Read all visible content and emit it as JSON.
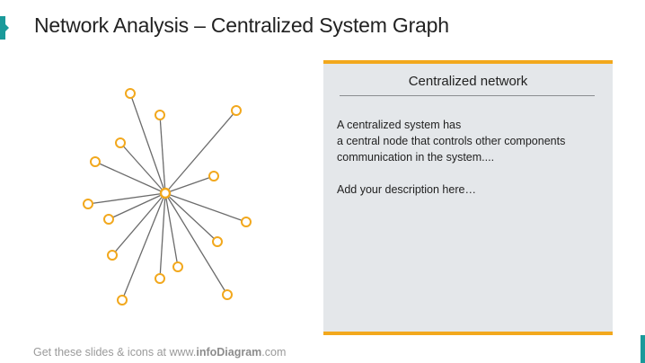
{
  "slide": {
    "title": "Network Analysis – Centralized System Graph"
  },
  "colors": {
    "accent": "#1a9a9a",
    "node_stroke": "#f2a81d",
    "edge": "#6b6b6b",
    "panel_bg": "#e4e7ea",
    "panel_border": "#f2a81d"
  },
  "diagram": {
    "center": {
      "id": "hub"
    },
    "leaves": [
      {
        "id": "n1"
      },
      {
        "id": "n2"
      },
      {
        "id": "n3"
      },
      {
        "id": "n4"
      },
      {
        "id": "n5"
      },
      {
        "id": "n6"
      },
      {
        "id": "n7"
      },
      {
        "id": "n8"
      },
      {
        "id": "n9"
      },
      {
        "id": "n10"
      },
      {
        "id": "n11"
      },
      {
        "id": "n12"
      },
      {
        "id": "n13"
      },
      {
        "id": "n14"
      },
      {
        "id": "n15"
      }
    ]
  },
  "panel": {
    "title": "Centralized network",
    "lines": [
      "A centralized system has",
      "a central node that controls other components",
      "communication in the system...."
    ],
    "description": "Add your description here…"
  },
  "footer": {
    "prefix": "Get these slides & icons at www.",
    "brand": "infoDiagram",
    "suffix": ".com"
  }
}
